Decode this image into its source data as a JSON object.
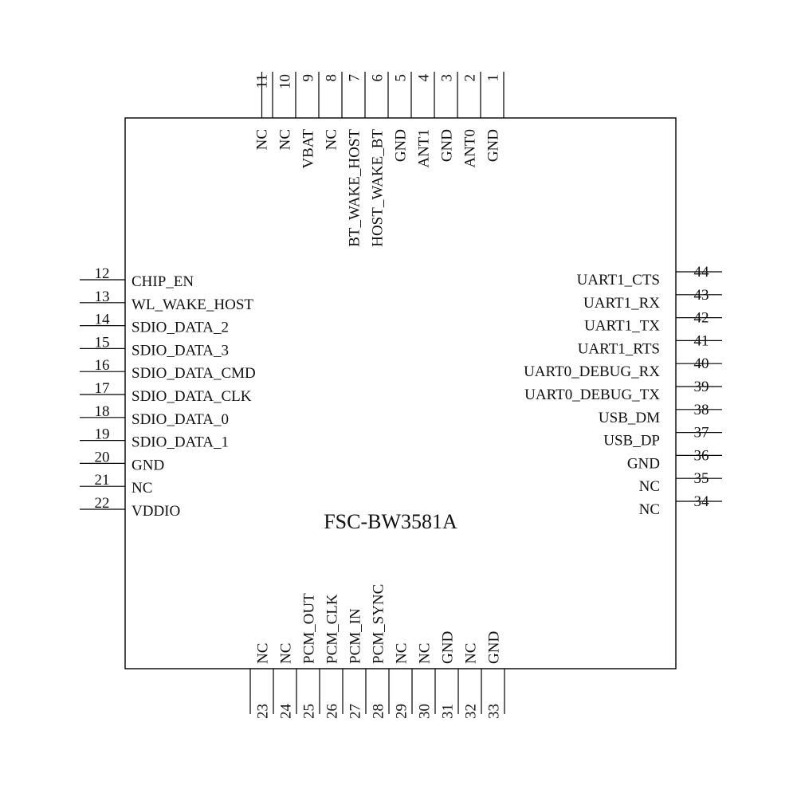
{
  "part_name": "FSC-BW3581A",
  "pins": {
    "top": [
      {
        "num": "1",
        "label": "GND"
      },
      {
        "num": "2",
        "label": "ANT0"
      },
      {
        "num": "3",
        "label": "GND"
      },
      {
        "num": "4",
        "label": "ANT1"
      },
      {
        "num": "5",
        "label": "GND"
      },
      {
        "num": "6",
        "label": "HOST_WAKE_BT"
      },
      {
        "num": "7",
        "label": "BT_WAKE_HOST"
      },
      {
        "num": "8",
        "label": "NC"
      },
      {
        "num": "9",
        "label": "VBAT"
      },
      {
        "num": "10",
        "label": "NC"
      },
      {
        "num": "11",
        "label": "NC"
      }
    ],
    "left": [
      {
        "num": "12",
        "label": "CHIP_EN"
      },
      {
        "num": "13",
        "label": "WL_WAKE_HOST"
      },
      {
        "num": "14",
        "label": "SDIO_DATA_2"
      },
      {
        "num": "15",
        "label": "SDIO_DATA_3"
      },
      {
        "num": "16",
        "label": "SDIO_DATA_CMD"
      },
      {
        "num": "17",
        "label": "SDIO_DATA_CLK"
      },
      {
        "num": "18",
        "label": "SDIO_DATA_0"
      },
      {
        "num": "19",
        "label": "SDIO_DATA_1"
      },
      {
        "num": "20",
        "label": "GND"
      },
      {
        "num": "21",
        "label": "NC"
      },
      {
        "num": "22",
        "label": "VDDIO"
      }
    ],
    "bottom": [
      {
        "num": "23",
        "label": "NC"
      },
      {
        "num": "24",
        "label": "NC"
      },
      {
        "num": "25",
        "label": "PCM_OUT"
      },
      {
        "num": "26",
        "label": "PCM_CLK"
      },
      {
        "num": "27",
        "label": "PCM_IN"
      },
      {
        "num": "28",
        "label": "PCM_SYNC"
      },
      {
        "num": "29",
        "label": "NC"
      },
      {
        "num": "30",
        "label": "NC"
      },
      {
        "num": "31",
        "label": "GND"
      },
      {
        "num": "32",
        "label": "NC"
      },
      {
        "num": "33",
        "label": "GND"
      }
    ],
    "right": [
      {
        "num": "34",
        "label": "NC"
      },
      {
        "num": "35",
        "label": "NC"
      },
      {
        "num": "36",
        "label": "GND"
      },
      {
        "num": "37",
        "label": "USB_DP"
      },
      {
        "num": "38",
        "label": "USB_DM"
      },
      {
        "num": "39",
        "label": "UART0_DEBUG_TX"
      },
      {
        "num": "40",
        "label": "UART0_DEBUG_RX"
      },
      {
        "num": "41",
        "label": "UART1_RTS"
      },
      {
        "num": "42",
        "label": "UART1_TX"
      },
      {
        "num": "43",
        "label": "UART1_RX"
      },
      {
        "num": "44",
        "label": "UART1_CTS"
      }
    ]
  }
}
